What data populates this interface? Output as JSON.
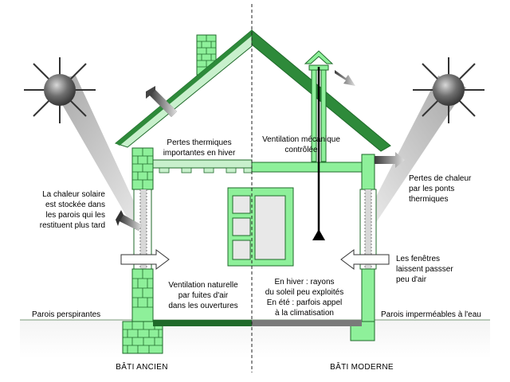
{
  "colors": {
    "green_light": "#8ef09a",
    "green_dark": "#1f6a2a",
    "green_mid": "#2e8a3a",
    "green_pale": "#c8f0cc",
    "sun": "#5b5b5b",
    "gray_beam": "#c8c8c8",
    "ground": "#e8e8e8"
  },
  "labels": {
    "old_roof": "Pertes thermiques",
    "old_roof_2": "importantes en hiver",
    "mech_vent": "Ventilation mécanique",
    "mech_vent_2": "contrôlée",
    "bridges": "Pertes de chaleur",
    "bridges_2": "par les ponts",
    "bridges_3": "thermiques",
    "solar_1": "La chaleur solaire",
    "solar_2": "est stockée dans",
    "solar_3": "les parois qui les",
    "solar_4": "restituent plus tard",
    "windows_1": "Les fenêtres",
    "windows_2": "laissent passser",
    "windows_3": "peu d'air",
    "natvent_1": "Ventilation naturelle",
    "natvent_2": "par fuites d'air",
    "natvent_3": "dans les ouvertures",
    "winter_1": "En hiver : rayons",
    "winter_2": "du soleil peu exploités",
    "winter_3": "En été : parfois appel",
    "winter_4": "à la climatisation",
    "left_wall": "Parois perspirantes",
    "right_wall": "Parois imperméables à l'eau",
    "left_title": "BÂTI ANCIEN",
    "right_title": "BÂTI MODERNE"
  }
}
